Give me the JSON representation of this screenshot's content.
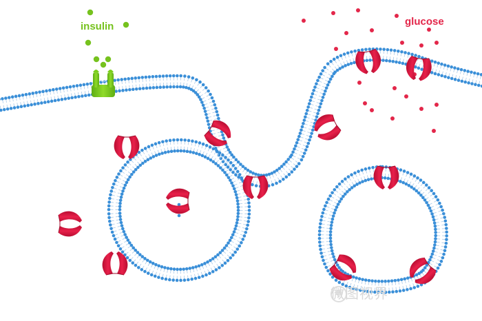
{
  "labels": {
    "insulin": "insulin",
    "glucose": "glucose"
  },
  "watermark": "微图视界",
  "colors": {
    "insulin": "#76c21e",
    "glucose": "#e3274a",
    "transporter": "#d6123c",
    "receptor": "#7ccf1c",
    "membrane_head": "#3a8fd8",
    "membrane_tail": "#a9c9e8"
  },
  "icons": {
    "insulin_receptor": "insulin-receptor-icon",
    "glucose_transporter": "glucose-transporter-icon",
    "watermark_logo": "watermark-logo-icon"
  }
}
